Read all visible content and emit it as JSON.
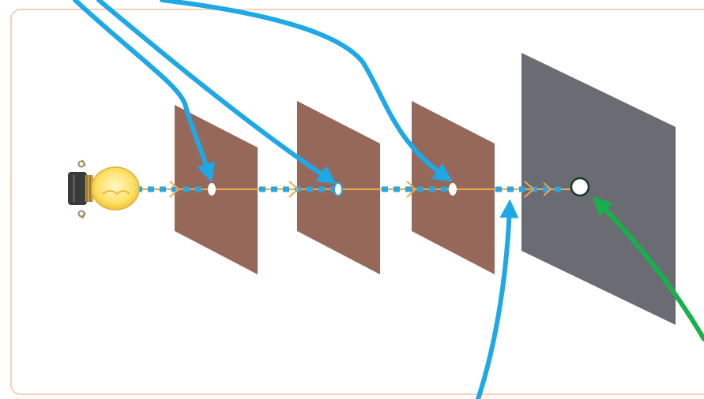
{
  "colors": {
    "frame_border": "#f2d2b8",
    "background": "#ffffff",
    "card": "#95685a",
    "screen": "#6a6b73",
    "light_ray_dash": "#2aa6e0",
    "light_ray_line": "#f0a84a",
    "pointer_arrow": "#1ea8e6",
    "screen_arrow": "#18b04a",
    "bulb_glass": "#ffe066",
    "bulb_base": "#3a3a3a",
    "hole": "#ffffff"
  },
  "icons": {
    "light_source": "light-bulb-icon"
  },
  "cards": [
    {
      "id": "card-1"
    },
    {
      "id": "card-2"
    },
    {
      "id": "card-3"
    }
  ],
  "screen": {
    "id": "screen"
  }
}
